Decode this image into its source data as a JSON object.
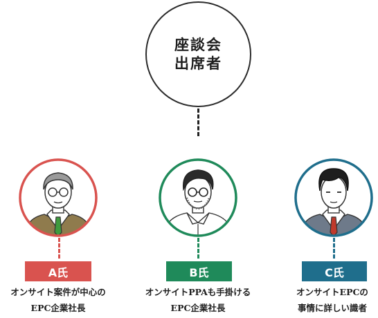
{
  "center": {
    "line1": "座談会",
    "line2": "出席者"
  },
  "colors": {
    "a": "#d9534f",
    "b": "#1f8a5a",
    "c": "#1f6e8c",
    "connector": "#222222"
  },
  "attendees": [
    {
      "badge": "A氏",
      "line1": "オンサイト案件が中心の",
      "line2": "EPC企業社長",
      "icon": "older-man-with-glasses-avatar"
    },
    {
      "badge": "B氏",
      "line1": "オンサイトPPAも手掛ける",
      "line2": "EPC企業社長",
      "icon": "bearded-man-with-glasses-avatar"
    },
    {
      "badge": "C氏",
      "line1": "オンサイトEPCの",
      "line2": "事情に詳しい識者",
      "icon": "young-man-in-suit-avatar"
    }
  ]
}
